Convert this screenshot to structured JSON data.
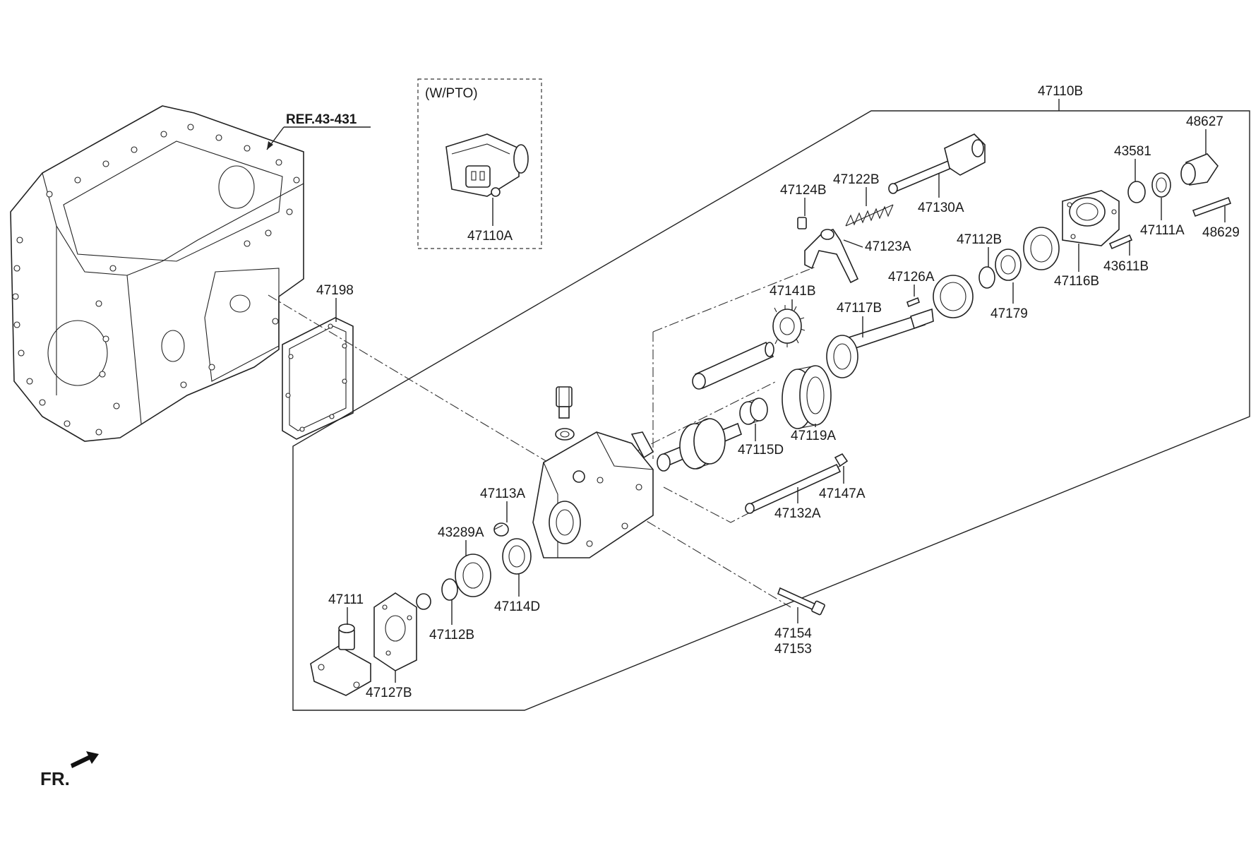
{
  "header": {
    "ref_label": "REF.43-431",
    "option_label": "(W/PTO)",
    "assembly_label": "47110B"
  },
  "footer": {
    "front_label": "FR."
  },
  "parts": [
    "47110A",
    "47198",
    "48627",
    "43581",
    "47122B",
    "47124B",
    "47130A",
    "47111A",
    "48629",
    "47123A",
    "47112B",
    "43611B",
    "47126A",
    "47116B",
    "47141B",
    "47117B",
    "47179",
    "47119A",
    "47115D",
    "47147A",
    "47113A",
    "47132A",
    "43289A",
    "47114D",
    "47111",
    "47112B",
    "47154",
    "47153",
    "47127B"
  ]
}
